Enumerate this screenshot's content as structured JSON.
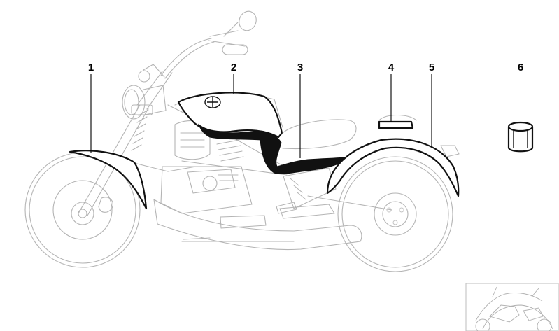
{
  "diagram": {
    "callouts": [
      {
        "id": 1,
        "label": "1"
      },
      {
        "id": 2,
        "label": "2"
      },
      {
        "id": 3,
        "label": "3"
      },
      {
        "id": 4,
        "label": "4"
      },
      {
        "id": 5,
        "label": "5"
      },
      {
        "id": 6,
        "label": "6"
      }
    ]
  },
  "colors": {
    "outline": "#b4b4b4",
    "highlight": "#111111",
    "background": "#ffffff"
  }
}
